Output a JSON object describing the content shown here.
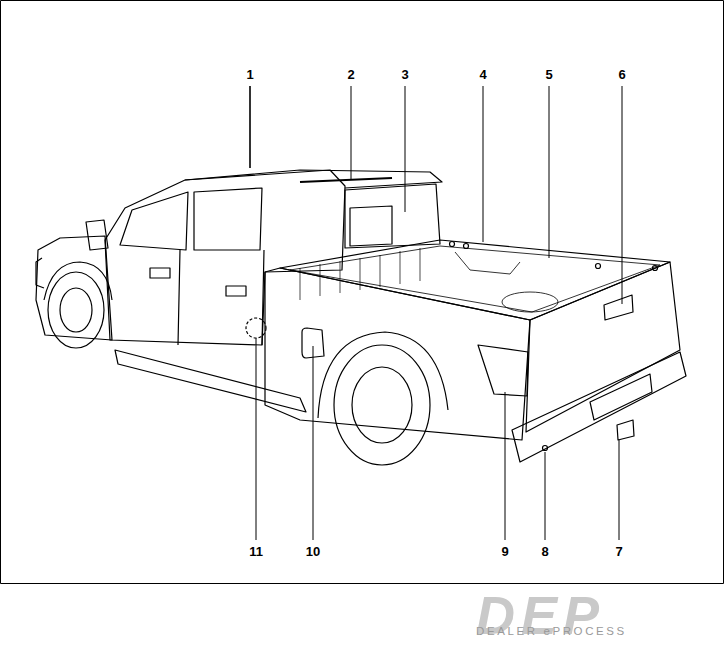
{
  "diagram": {
    "labels": [
      "1",
      "2",
      "3",
      "4",
      "5",
      "6",
      "11",
      "10",
      "9",
      "8",
      "7",
      "DEP",
      "DEALER ePROCESS"
    ]
  }
}
